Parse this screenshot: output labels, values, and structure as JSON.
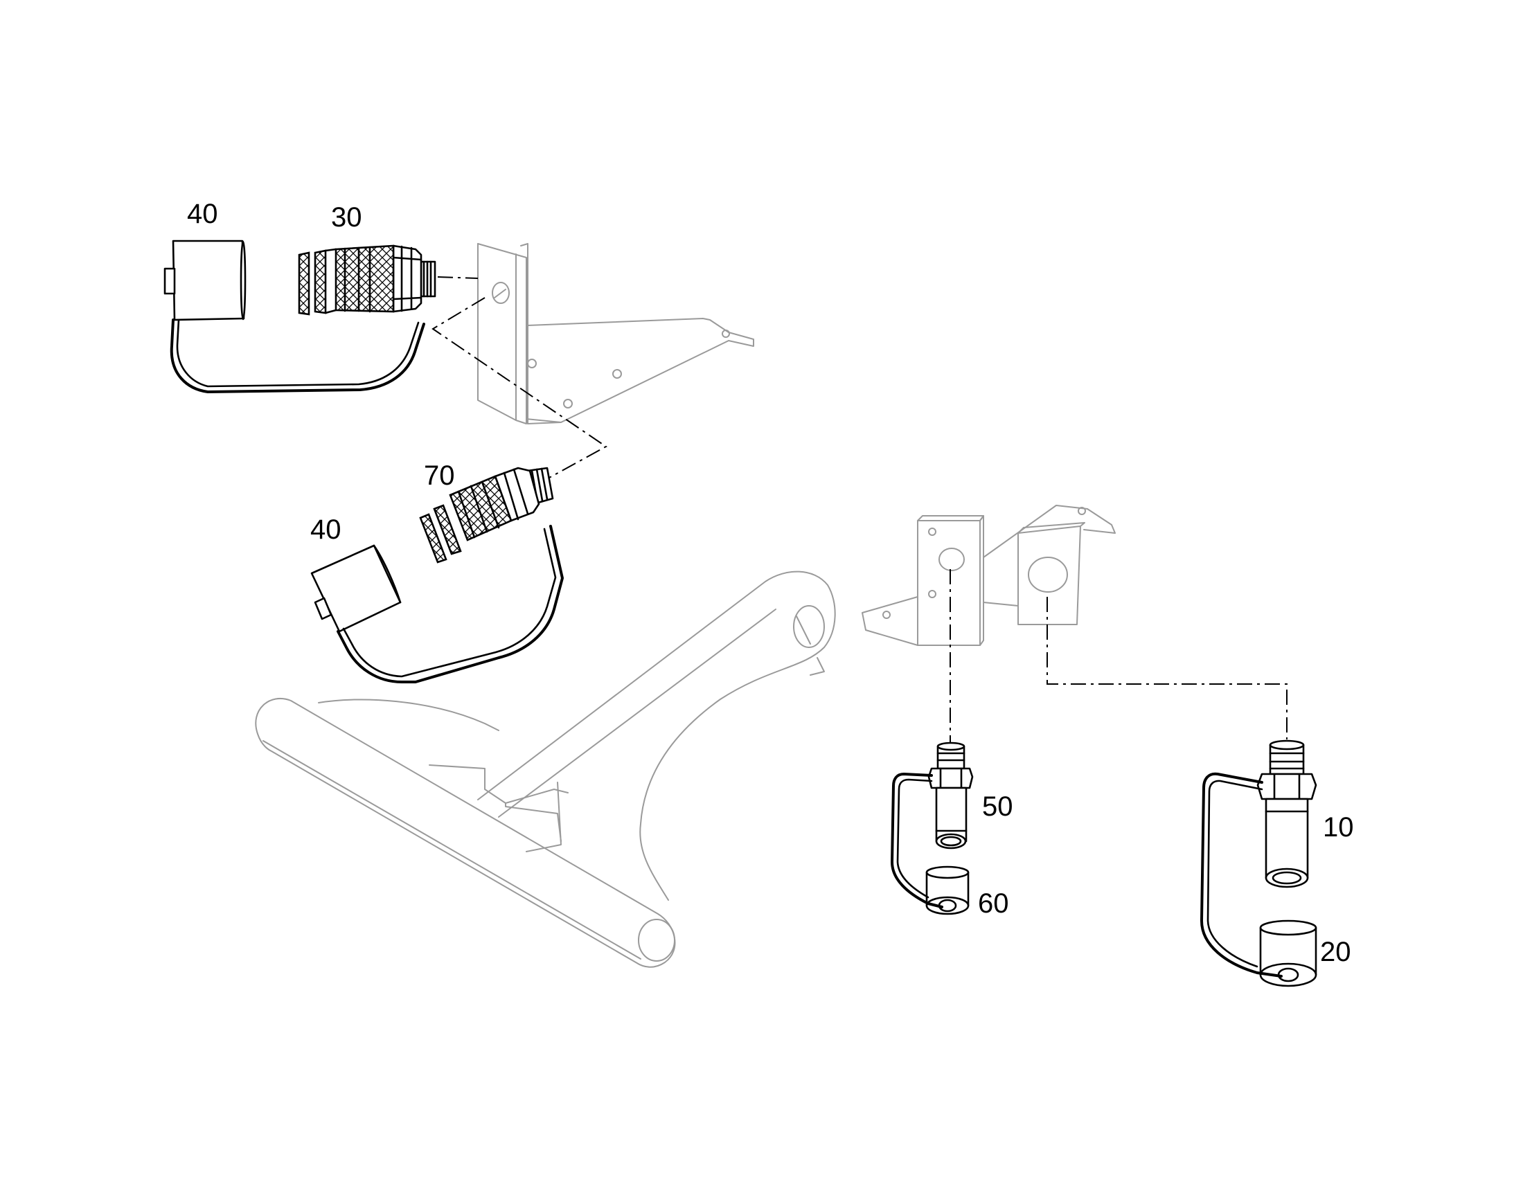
{
  "labels": {
    "p40_top": "40",
    "p30": "30",
    "p70": "70",
    "p40_mid": "40",
    "p50": "50",
    "p60": "60",
    "p10": "10",
    "p20": "20"
  },
  "colors": {
    "line": "#000000",
    "background_part": "#9a9a9a",
    "background": "#ffffff"
  }
}
